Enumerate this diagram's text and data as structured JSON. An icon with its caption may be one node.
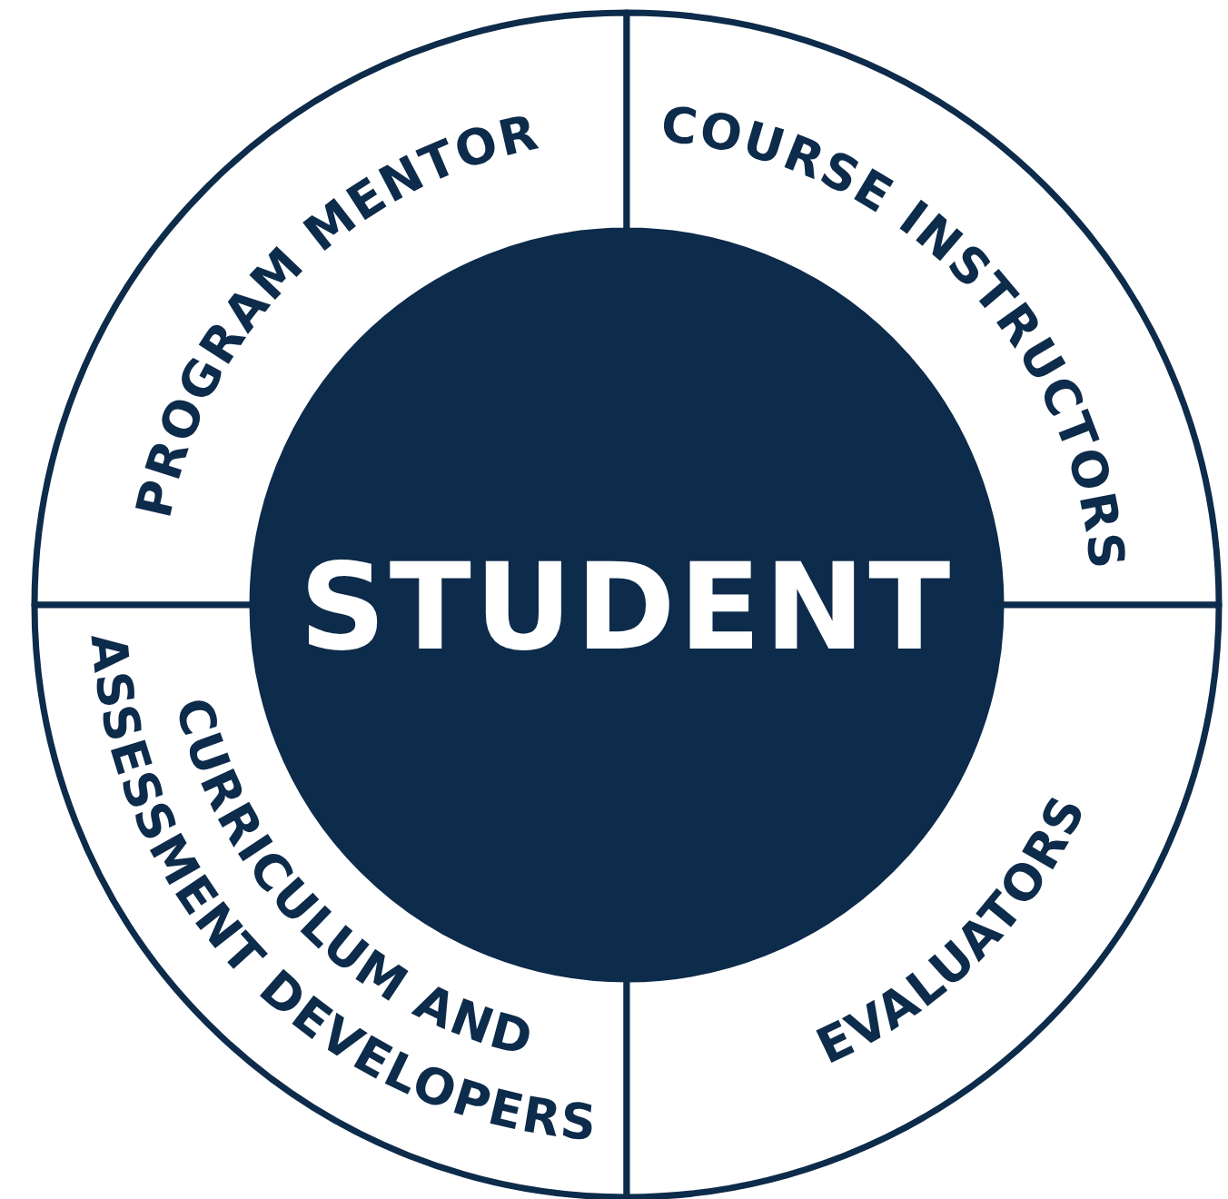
{
  "diagram": {
    "nodes": [
      {
        "text": [
          "STUDENT"
        ]
      },
      {
        "text": [
          "PROGRAM MENTOR"
        ]
      },
      {
        "text": [
          "COURSE INSTRUCTORS"
        ]
      },
      {
        "text": [
          "CURRICULUM AND ASSESSMENT DEVELOPERS"
        ]
      },
      {
        "text": [
          "EVALUATORS"
        ]
      }
    ]
  }
}
